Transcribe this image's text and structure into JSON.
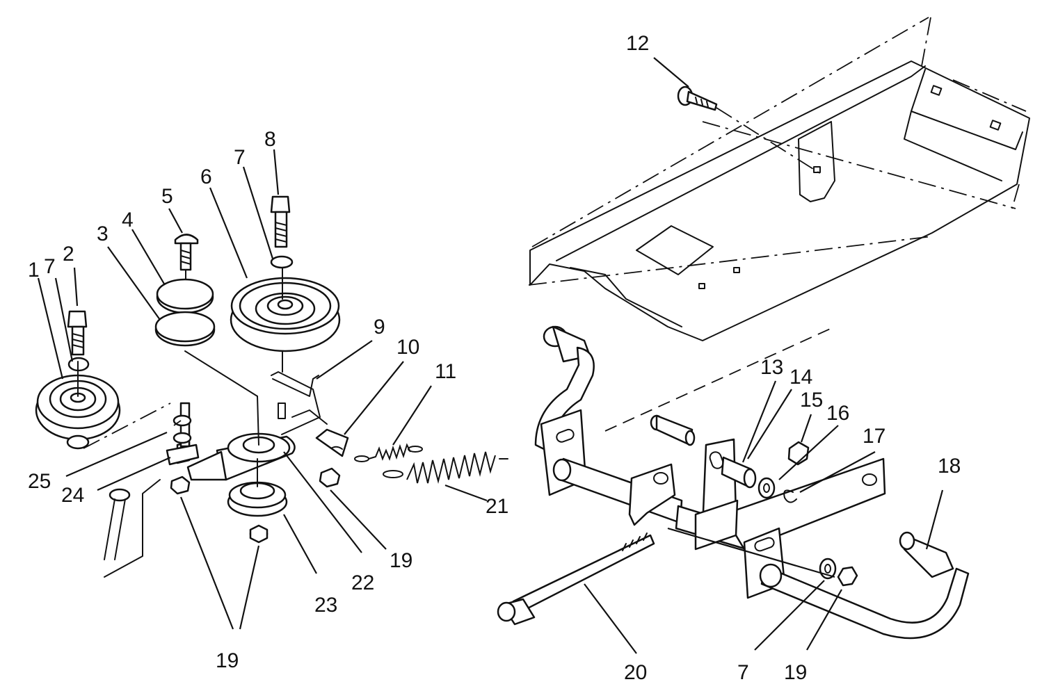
{
  "callouts": {
    "c1": "1",
    "c7a": "7",
    "c2": "2",
    "c3": "3",
    "c4": "4",
    "c5": "5",
    "c6": "6",
    "c7b": "7",
    "c8": "8",
    "c9": "9",
    "c10": "10",
    "c11": "11",
    "c12": "12",
    "c13": "13",
    "c14": "14",
    "c15": "15",
    "c16": "16",
    "c17": "17",
    "c18": "18",
    "c19a": "19",
    "c19b": "19",
    "c19c": "19",
    "c20": "20",
    "c7c": "7",
    "c21": "21",
    "c22": "22",
    "c23": "23",
    "c24": "24",
    "c25": "25"
  }
}
